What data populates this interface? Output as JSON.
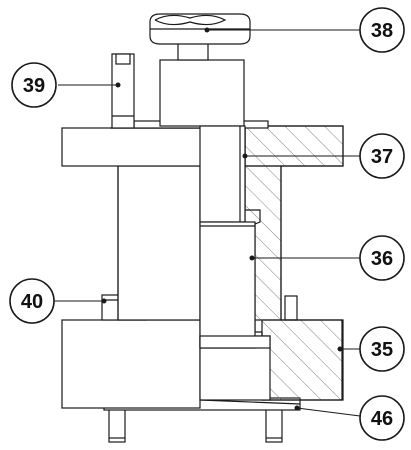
{
  "callouts": [
    {
      "id": "38",
      "label": "38"
    },
    {
      "id": "39",
      "label": "39"
    },
    {
      "id": "37",
      "label": "37"
    },
    {
      "id": "36",
      "label": "36"
    },
    {
      "id": "40",
      "label": "40"
    },
    {
      "id": "35",
      "label": "35"
    },
    {
      "id": "46",
      "label": "46"
    }
  ],
  "colors": {
    "line": "#1a1a1a",
    "fill": "#ffffff",
    "hatch": "#555555",
    "bubble": "#ffffff"
  }
}
